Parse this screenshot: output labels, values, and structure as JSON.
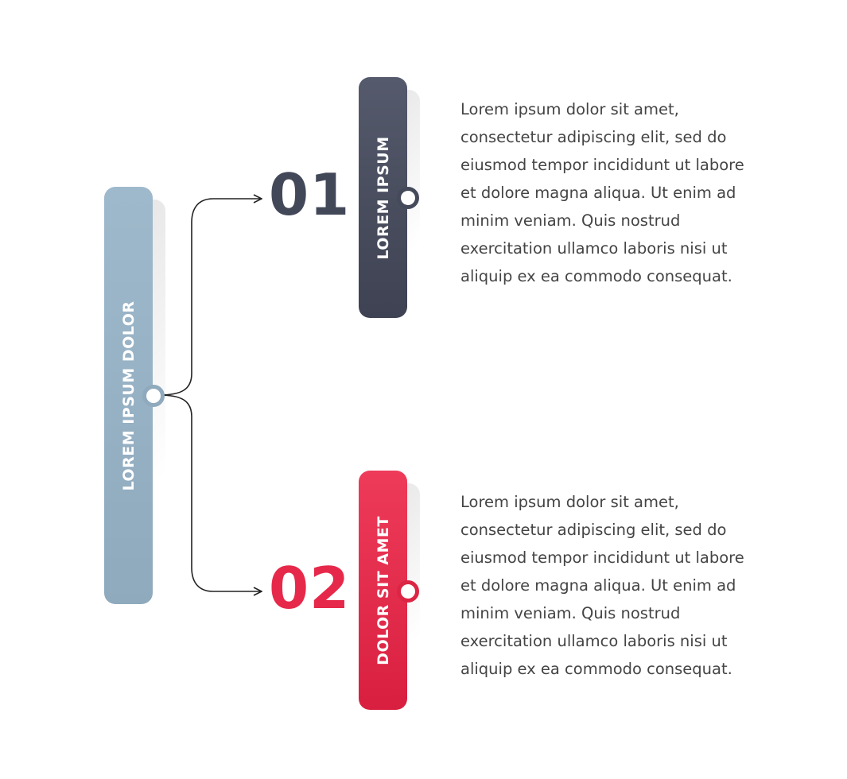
{
  "diagram": {
    "root": {
      "label": "LOREM IPSUM DOLOR",
      "color": "#8fa9bd"
    },
    "branches": [
      {
        "number": "01",
        "label": "LOREM IPSUM",
        "color": "#434859",
        "description": [
          "Lorem ipsum dolor sit amet,",
          "consectetur adipiscing elit, sed do",
          "eiusmod tempor incididunt ut labore",
          "et dolore magna aliqua. Ut enim ad",
          "minim veniam. Quis nostrud",
          "exercitation ullamco laboris nisi ut",
          "aliquip ex ea commodo consequat."
        ]
      },
      {
        "number": "02",
        "label": "DOLOR SIT AMET",
        "color": "#e6294a",
        "description": [
          "Lorem ipsum dolor sit amet,",
          "consectetur adipiscing elit, sed do",
          "eiusmod tempor incididunt ut labore",
          "et dolore magna aliqua. Ut enim ad",
          "minim veniam. Quis nostrud",
          "exercitation ullamco laboris nisi ut",
          "aliquip ex ea commodo consequat."
        ]
      }
    ]
  }
}
